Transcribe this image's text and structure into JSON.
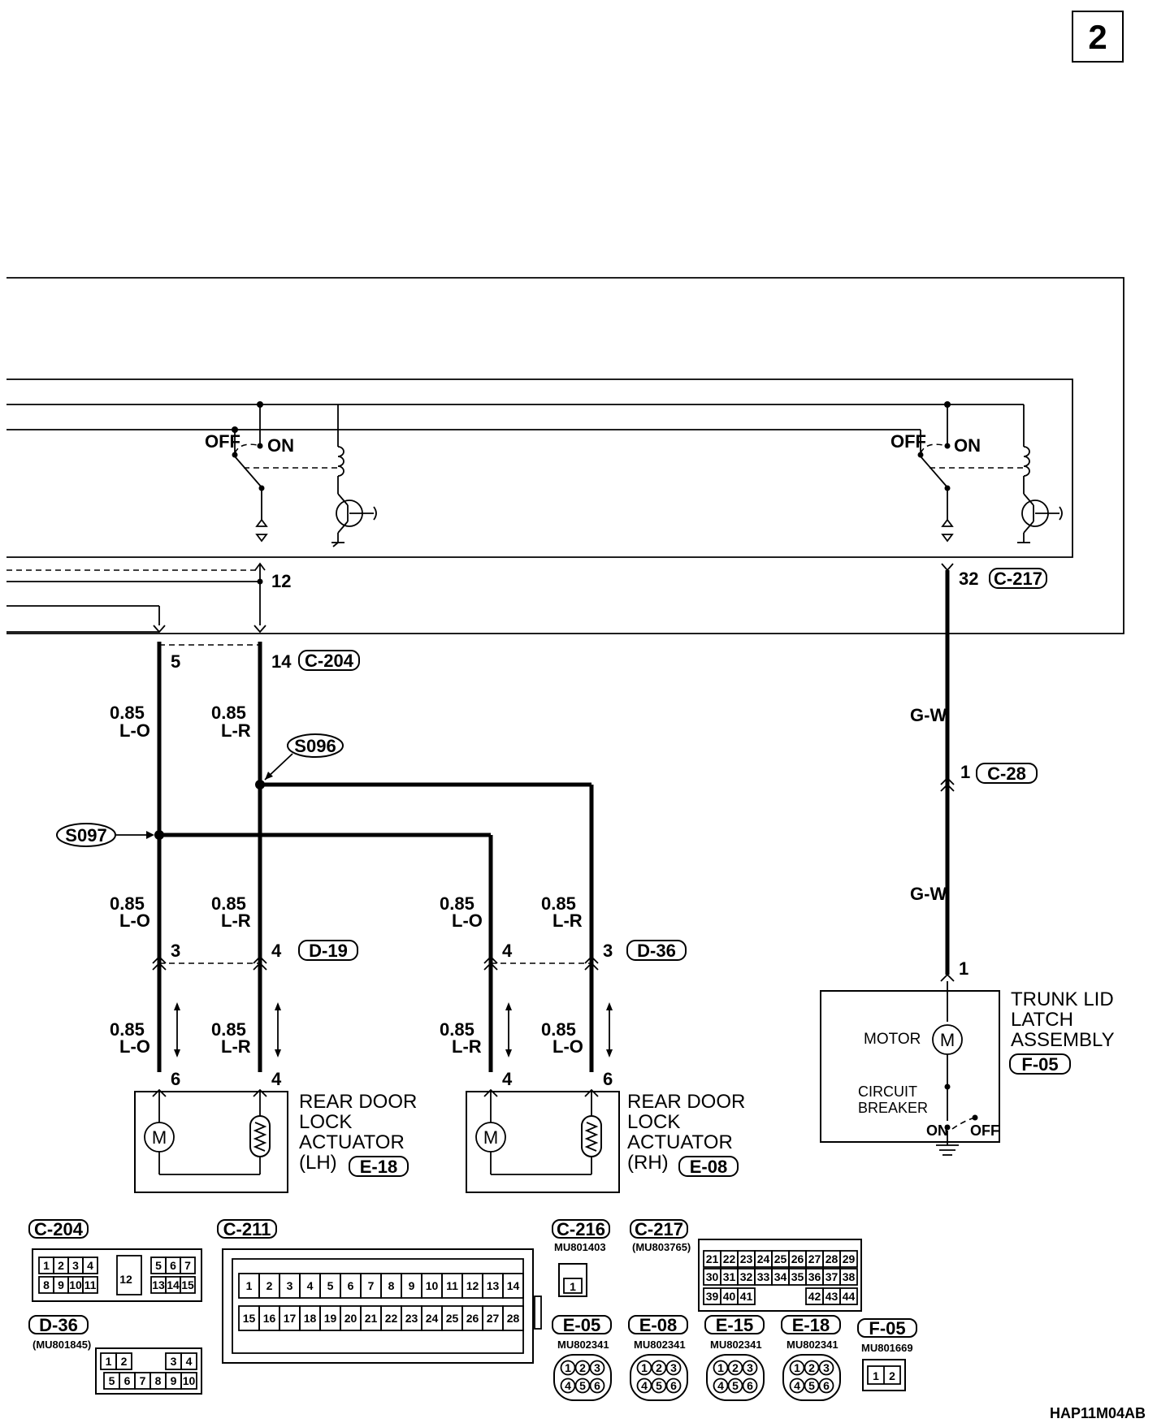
{
  "page_number": "2",
  "footer_code": "HAP11M04AB",
  "switch_labels": {
    "off": "OFF",
    "on": "ON"
  },
  "pins": {
    "c217_pin": "32",
    "internal_pin": "12",
    "c204_pin_lh": "5",
    "c204_pin_rh": "14",
    "c28_pin": "1",
    "trunk_pin": "1",
    "d19_pin_lo": "3",
    "d19_pin_lr": "4",
    "d36_pin_lo": "4",
    "d36_pin_lr": "3",
    "lh_act_pin_lo": "6",
    "lh_act_pin_lr": "4",
    "rh_act_pin_lr": "4",
    "rh_act_pin_lo": "6"
  },
  "connectors": {
    "c217": "C-217",
    "c204": "C-204",
    "c28": "C-28",
    "d19": "D-19",
    "d36": "D-36",
    "e18": "E-18",
    "e08": "E-08",
    "f05": "F-05"
  },
  "splices": {
    "s096": "S096",
    "s097": "S097"
  },
  "wires": {
    "size": "0.85",
    "l_o": "L-O",
    "l_r": "L-R",
    "g_w": "G-W"
  },
  "components": {
    "lh_actuator": {
      "line1": "REAR DOOR",
      "line2": "LOCK",
      "line3": "ACTUATOR",
      "line4": "(LH)"
    },
    "rh_actuator": {
      "line1": "REAR DOOR",
      "line2": "LOCK",
      "line3": "ACTUATOR",
      "line4": "(RH)"
    },
    "trunk": {
      "line1": "TRUNK LID",
      "line2": "LATCH",
      "line3": "ASSEMBLY",
      "motor": "MOTOR",
      "cb1": "CIRCUIT",
      "cb2": "BREAKER"
    }
  },
  "motor_symbol": "M",
  "connector_views": {
    "c204": {
      "tag": "C-204",
      "row1": [
        "1",
        "2",
        "3",
        "4",
        "5",
        "6",
        "7"
      ],
      "row2": [
        "8",
        "9",
        "10",
        "11",
        "13",
        "14",
        "15"
      ],
      "center": "12"
    },
    "c211": {
      "tag": "C-211",
      "row1": [
        "1",
        "2",
        "3",
        "4",
        "5",
        "6",
        "7",
        "8",
        "9",
        "10",
        "11",
        "12",
        "13",
        "14"
      ],
      "row2": [
        "15",
        "16",
        "17",
        "18",
        "19",
        "20",
        "21",
        "22",
        "23",
        "24",
        "25",
        "26",
        "27",
        "28"
      ]
    },
    "c216": {
      "tag": "C-216",
      "part": "MU801403",
      "pin": "1"
    },
    "c217": {
      "tag": "C-217",
      "part": "(MU803765)",
      "row1": [
        "21",
        "22",
        "23",
        "24",
        "25",
        "26",
        "27",
        "28",
        "29"
      ],
      "row2": [
        "30",
        "31",
        "32",
        "33",
        "34",
        "35",
        "36",
        "37",
        "38"
      ],
      "row3a": [
        "39",
        "40",
        "41"
      ],
      "row3b": [
        "42",
        "43",
        "44"
      ]
    },
    "d36": {
      "tag": "D-36",
      "part": "(MU801845)",
      "row1a": [
        "1",
        "2"
      ],
      "row1b": [
        "3",
        "4"
      ],
      "row2": [
        "5",
        "6",
        "7",
        "8",
        "9",
        "10"
      ]
    },
    "e05": {
      "tag": "E-05",
      "part": "MU802341"
    },
    "e08": {
      "tag": "E-08",
      "part": "MU802341"
    },
    "e15": {
      "tag": "E-15",
      "part": "MU802341"
    },
    "e18": {
      "tag": "E-18",
      "part": "MU802341"
    },
    "f05": {
      "tag": "F-05",
      "part": "MU801669",
      "pins": [
        "1",
        "2"
      ]
    },
    "six_pins": [
      "1",
      "2",
      "3",
      "4",
      "5",
      "6"
    ]
  }
}
